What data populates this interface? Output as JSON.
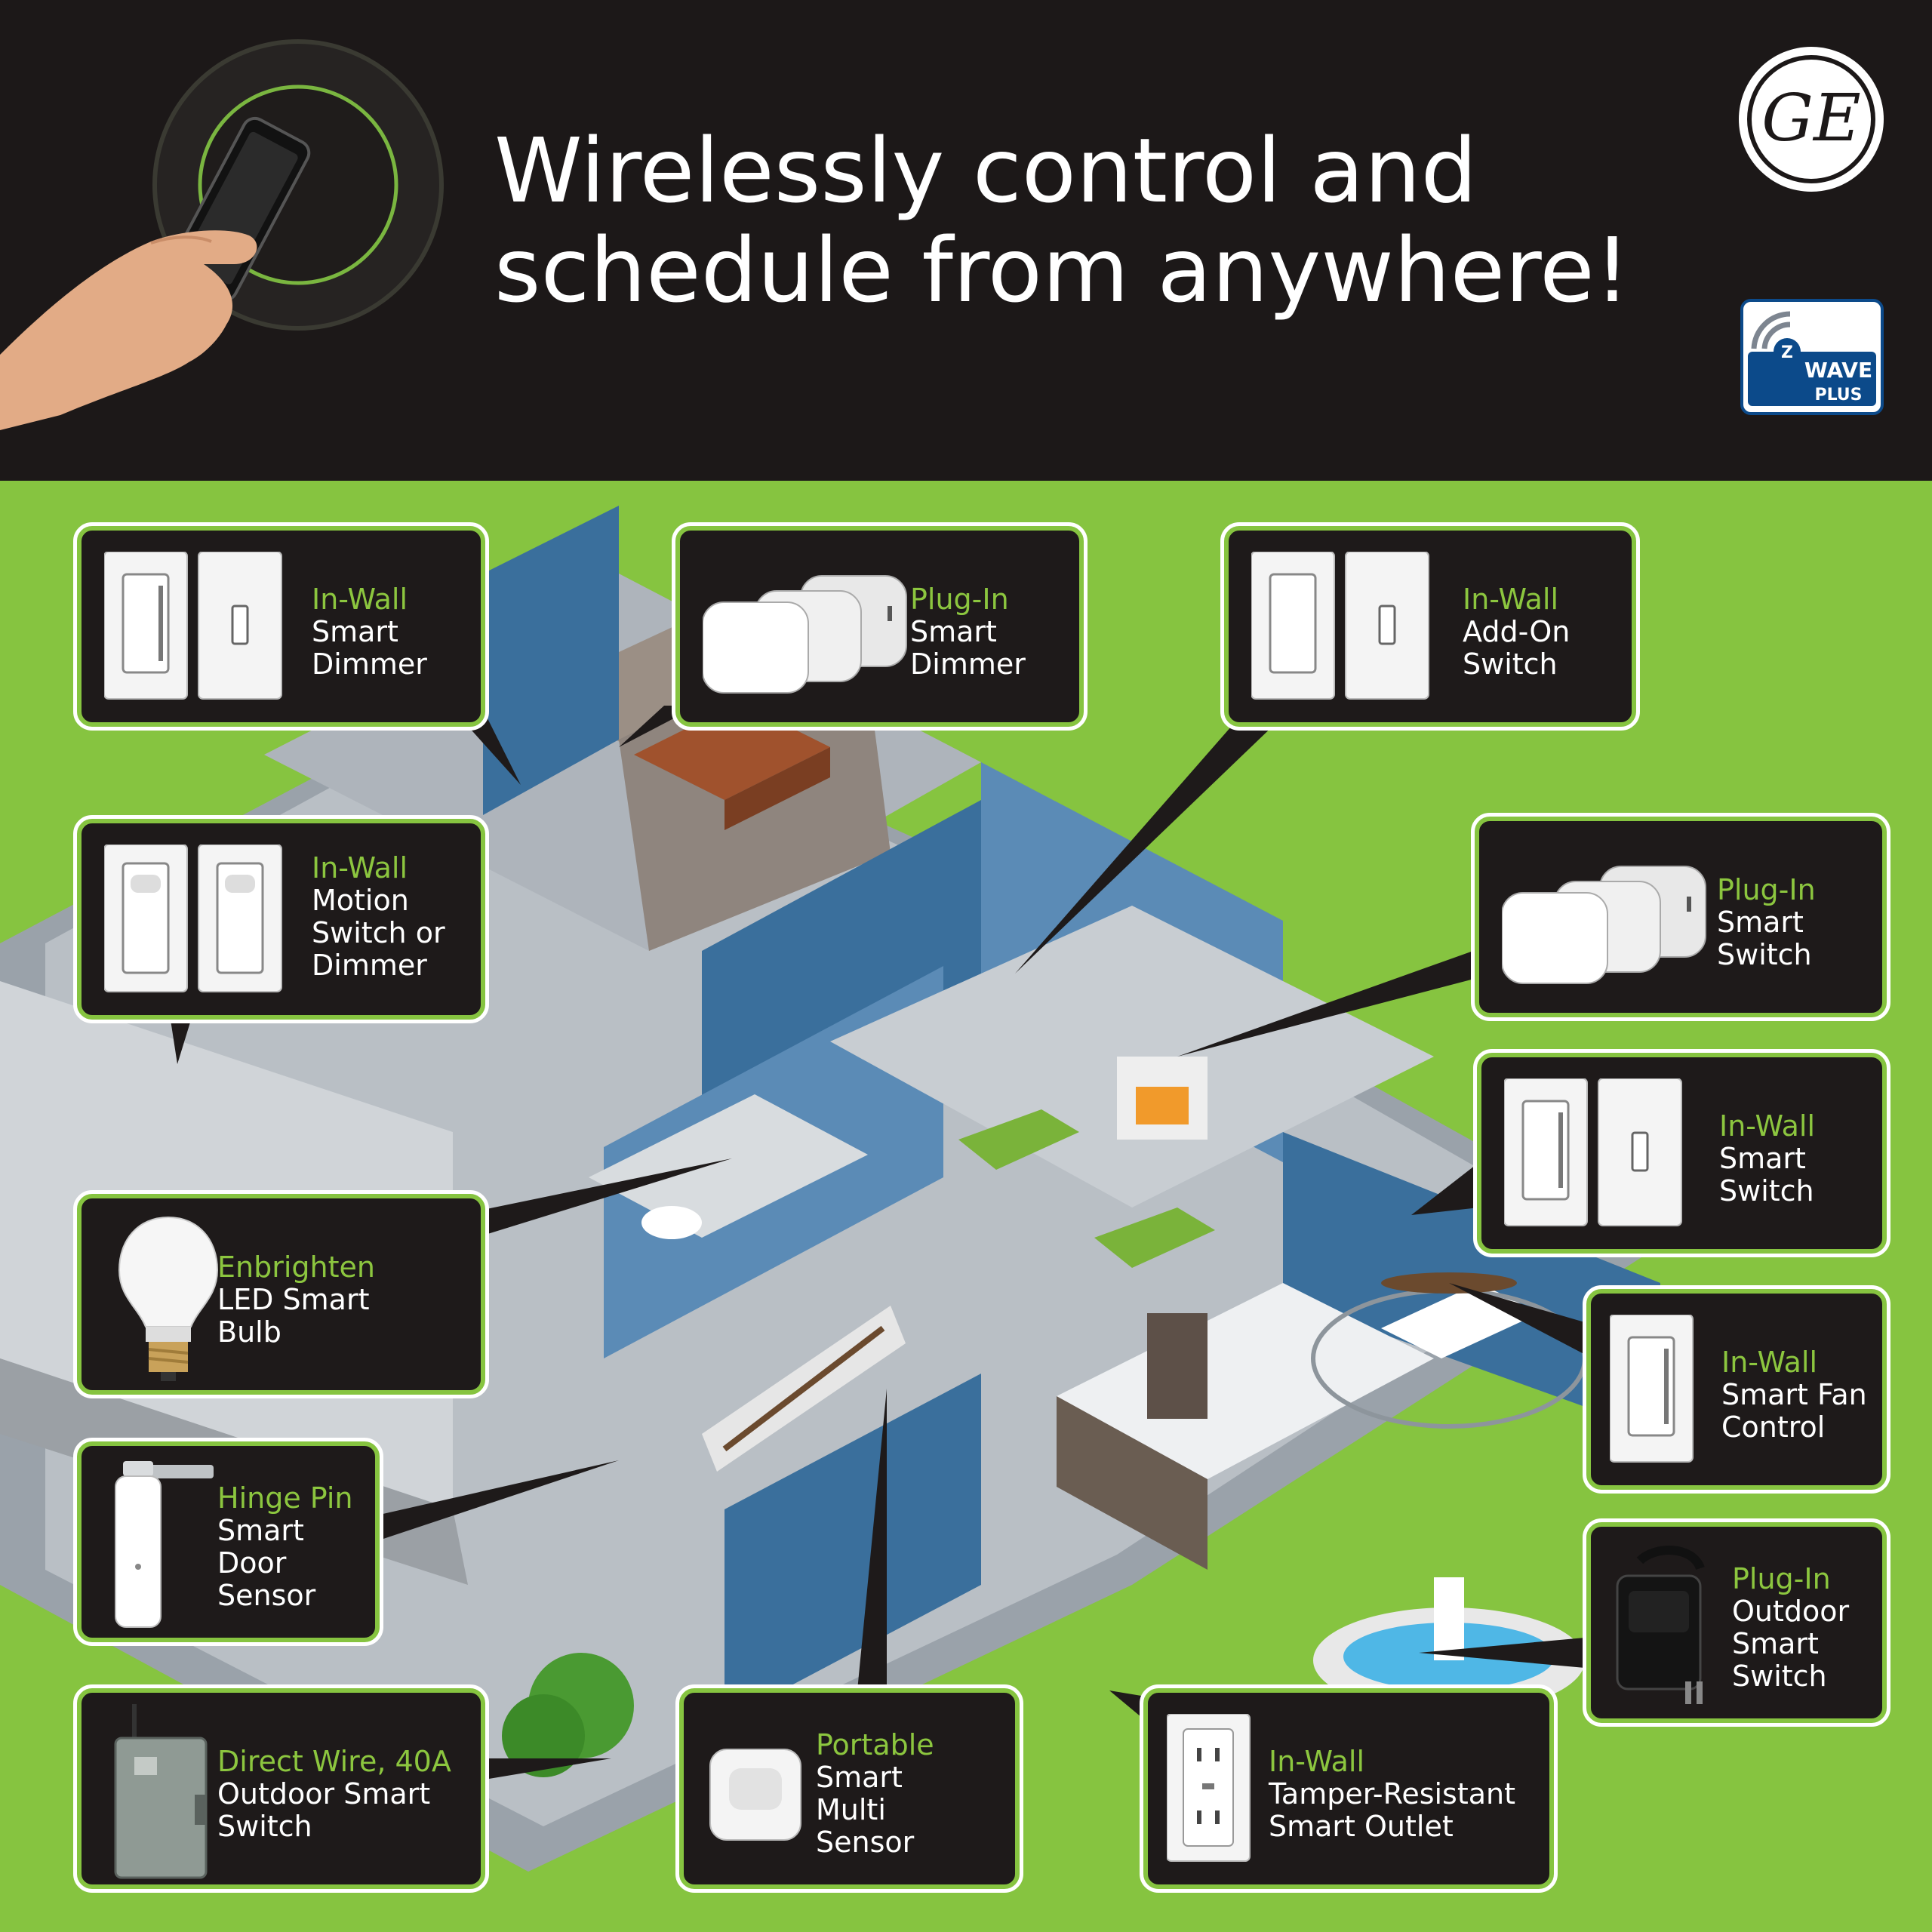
{
  "headline": {
    "line1": "Wirelessly control and",
    "line2": "schedule from anywhere!"
  },
  "logos": {
    "brand": "GE",
    "zwave_main": "WAVE",
    "zwave_z": "Z",
    "zwave_sub": "PLUS"
  },
  "colors": {
    "header_bg": "#1c1818",
    "background_green": "#86c440",
    "accent_green": "#8cc63f",
    "card_bg": "#1e1a1a",
    "wall_blue": "#3a6f9c",
    "zwave_blue": "#0c4a8a"
  },
  "products": [
    {
      "id": "in-wall-smart-dimmer",
      "accent": "In-Wall",
      "lines": [
        "Smart",
        "Dimmer"
      ],
      "icon": "wall-switch-pair-icon"
    },
    {
      "id": "plug-in-smart-dimmer",
      "accent": "Plug-In",
      "lines": [
        "Smart",
        "Dimmer"
      ],
      "icon": "plug-in-module-icon"
    },
    {
      "id": "in-wall-add-on-switch",
      "accent": "In-Wall",
      "lines": [
        "Add-On",
        "Switch"
      ],
      "icon": "wall-switch-pair-icon"
    },
    {
      "id": "in-wall-motion-switch",
      "accent": "In-Wall",
      "lines": [
        "Motion",
        "Switch or",
        "Dimmer"
      ],
      "icon": "motion-switch-icon"
    },
    {
      "id": "plug-in-smart-switch",
      "accent": "Plug-In",
      "lines": [
        "Smart",
        "Switch"
      ],
      "icon": "plug-in-module-icon"
    },
    {
      "id": "in-wall-smart-switch",
      "accent": "In-Wall",
      "lines": [
        "Smart",
        "Switch"
      ],
      "icon": "wall-switch-pair-icon"
    },
    {
      "id": "enbrighten-led-bulb",
      "accent": "Enbrighten",
      "lines": [
        "LED Smart",
        "Bulb"
      ],
      "icon": "led-bulb-icon"
    },
    {
      "id": "in-wall-smart-fan-control",
      "accent": "In-Wall",
      "lines": [
        "Smart Fan",
        "Control"
      ],
      "icon": "fan-control-icon"
    },
    {
      "id": "hinge-pin-door-sensor",
      "accent": "Hinge Pin",
      "lines": [
        "Smart",
        "Door",
        "Sensor"
      ],
      "icon": "hinge-pin-sensor-icon"
    },
    {
      "id": "plug-in-outdoor-switch",
      "accent": "Plug-In",
      "lines": [
        "Outdoor",
        "Smart",
        "Switch"
      ],
      "icon": "outdoor-plug-icon"
    },
    {
      "id": "direct-wire-outdoor-switch",
      "accent": "Direct Wire, 40A",
      "lines": [
        "Outdoor Smart",
        "Switch"
      ],
      "icon": "outdoor-box-icon"
    },
    {
      "id": "portable-multi-sensor",
      "accent": "Portable",
      "lines": [
        "Smart",
        "Multi",
        "Sensor"
      ],
      "icon": "multi-sensor-icon"
    },
    {
      "id": "in-wall-smart-outlet",
      "accent": "In-Wall",
      "lines": [
        "Tamper-Resistant",
        "Smart Outlet"
      ],
      "icon": "outlet-icon"
    }
  ]
}
